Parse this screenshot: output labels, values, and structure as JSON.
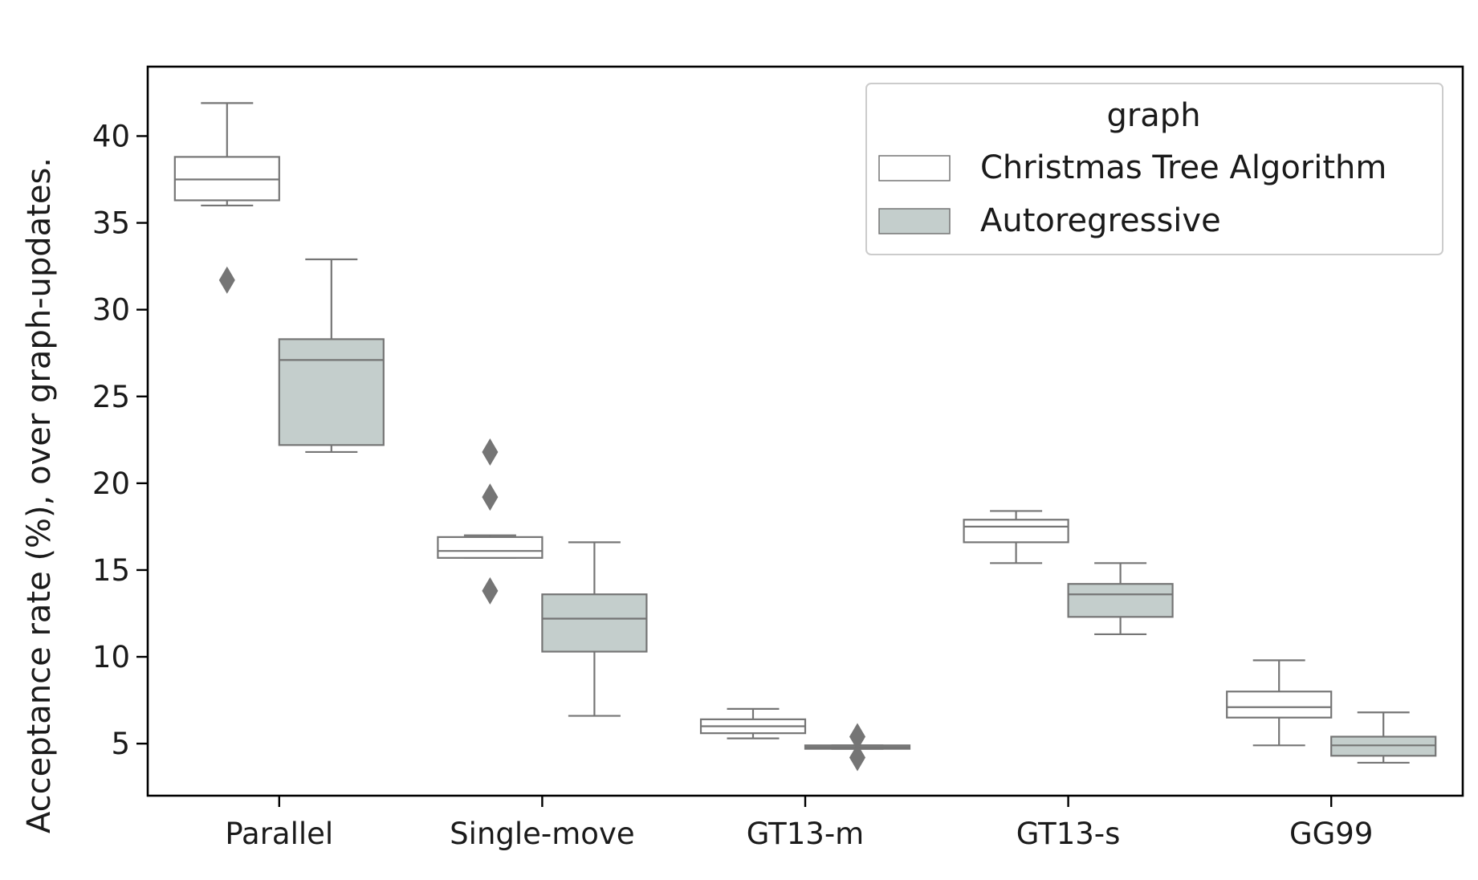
{
  "chart_data": {
    "type": "box",
    "ylabel": "Acceptance rate (%), over graph-updates.",
    "xlabel": "",
    "categories": [
      "Parallel",
      "Single-move",
      "GT13-m",
      "GT13-s",
      "GG99"
    ],
    "ylim": [
      2,
      44
    ],
    "yticks": [
      5,
      10,
      15,
      20,
      25,
      30,
      35,
      40
    ],
    "grid": false,
    "legend": {
      "title": "graph",
      "placement": "top-right",
      "entries": [
        "Christmas Tree Algorithm",
        "Autoregressive"
      ]
    },
    "series": [
      {
        "name": "Christmas Tree Algorithm",
        "color": "#ffffff",
        "boxes": [
          {
            "whisker_low": 36.0,
            "q1": 36.3,
            "median": 37.5,
            "q3": 38.8,
            "whisker_high": 41.9,
            "outliers": [
              31.7
            ]
          },
          {
            "whisker_low": 15.7,
            "q1": 15.7,
            "median": 16.1,
            "q3": 16.9,
            "whisker_high": 17.0,
            "outliers": [
              21.8,
              19.2,
              13.8
            ]
          },
          {
            "whisker_low": 5.3,
            "q1": 5.6,
            "median": 6.0,
            "q3": 6.4,
            "whisker_high": 7.0,
            "outliers": []
          },
          {
            "whisker_low": 15.4,
            "q1": 16.6,
            "median": 17.5,
            "q3": 17.9,
            "whisker_high": 18.4,
            "outliers": []
          },
          {
            "whisker_low": 4.9,
            "q1": 6.5,
            "median": 7.1,
            "q3": 8.0,
            "whisker_high": 9.8,
            "outliers": []
          }
        ]
      },
      {
        "name": "Autoregressive",
        "color": "#c4cecc",
        "boxes": [
          {
            "whisker_low": 21.8,
            "q1": 22.2,
            "median": 27.1,
            "q3": 28.3,
            "whisker_high": 32.9,
            "outliers": []
          },
          {
            "whisker_low": 6.6,
            "q1": 10.3,
            "median": 12.2,
            "q3": 13.6,
            "whisker_high": 16.6,
            "outliers": []
          },
          {
            "whisker_low": 4.7,
            "q1": 4.7,
            "median": 4.8,
            "q3": 4.9,
            "whisker_high": 4.9,
            "outliers": [
              5.4,
              4.2
            ]
          },
          {
            "whisker_low": 11.3,
            "q1": 12.3,
            "median": 13.6,
            "q3": 14.2,
            "whisker_high": 15.4,
            "outliers": []
          },
          {
            "whisker_low": 3.9,
            "q1": 4.3,
            "median": 4.9,
            "q3": 5.4,
            "whisker_high": 6.8,
            "outliers": []
          }
        ]
      }
    ]
  },
  "style": {
    "edge_color": "#757575",
    "outlier_color": "#757575",
    "frame_color": "#000000",
    "legend_edge_color": "#cccccc"
  }
}
